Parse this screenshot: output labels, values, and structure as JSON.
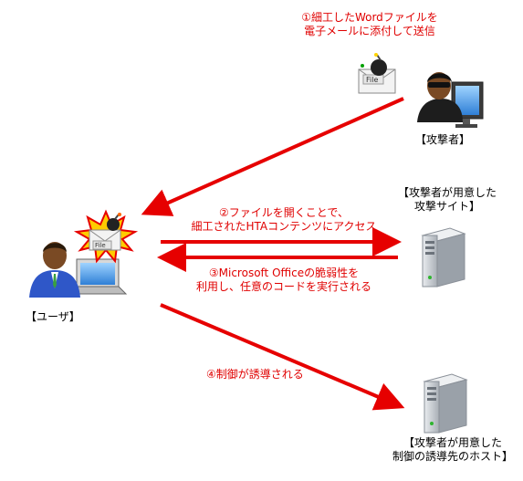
{
  "colors": {
    "arrow": "#e60000",
    "label_text": "#e00000",
    "caption_text": "#000000",
    "server_body": "#c9cdd2",
    "user_suit": "#2f57c8",
    "burst": "#ffcc00",
    "burst_outline": "#e60000"
  },
  "steps": {
    "step1_line1": "①細工したWordファイルを",
    "step1_line2": "電子メールに添付して送信",
    "step2_line1": "②ファイルを開くことで、",
    "step2_line2": "細工されたHTAコンテンツにアクセス",
    "step3_line1": "③Microsoft Officeの脆弱性を",
    "step3_line2": "利用し、任意のコードを実行される",
    "step4": "④制御が誘導される"
  },
  "actors": {
    "attacker_label": "【攻撃者】",
    "user_label": "【ユーザ】",
    "attack_site_line1": "【攻撃者が用意した",
    "attack_site_line2": "攻撃サイト】",
    "control_host_line1": "【攻撃者が用意した",
    "control_host_line2": "制御の誘導先のホスト】"
  },
  "icons": {
    "attacker": "hacker-at-computer-icon",
    "user": "user-at-laptop-icon",
    "malicious_mail": "envelope-with-bomb-icon",
    "explosion": "explosion-burst-icon",
    "server": "server-tower-icon"
  },
  "file_tag": "File"
}
